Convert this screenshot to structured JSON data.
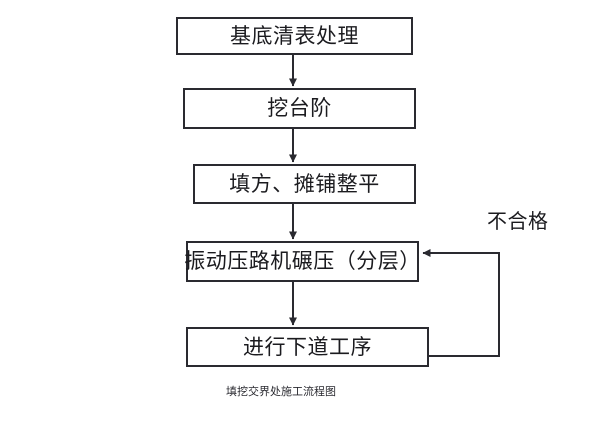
{
  "diagram": {
    "caption": "填挖交界处施工流程图",
    "nodes": [
      {
        "id": "base-clearing",
        "label": "基底清表处理"
      },
      {
        "id": "excavate-steps",
        "label": "挖台阶"
      },
      {
        "id": "fill-spread-level",
        "label": "填方、摊铺整平"
      },
      {
        "id": "vibratory-rolling",
        "label": "振动压路机碾压（分层）"
      },
      {
        "id": "next-process",
        "label": "进行下道工序"
      }
    ],
    "edge_labels": [
      {
        "id": "reject-loop",
        "label": "不合格"
      }
    ],
    "colors": {
      "stroke": "#2a2a30",
      "text": "#1b1b1f",
      "background": "#ffffff"
    }
  }
}
